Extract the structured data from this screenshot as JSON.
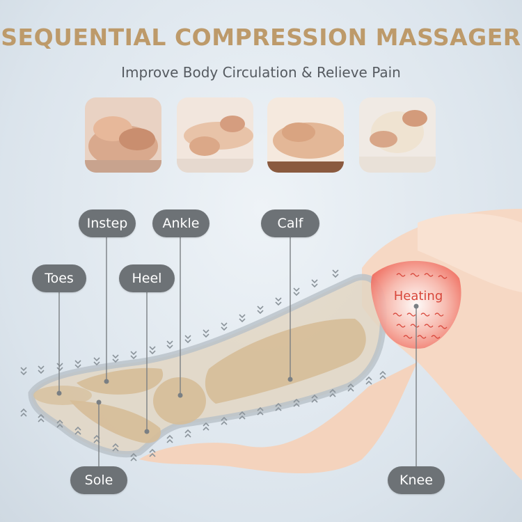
{
  "title": "SEQUENTIAL COMPRESSION MASSAGER",
  "subtitle": "Improve Body Circulation & Relieve Pain",
  "labels": {
    "toes": "Toes",
    "instep": "Instep",
    "ankle": "Ankle",
    "heel": "Heel",
    "calf": "Calf",
    "sole": "Sole",
    "knee": "Knee",
    "heating": "Heating"
  },
  "colors": {
    "title": "#bd9a6a",
    "pill": "#6d7276",
    "heating": "#d8463a",
    "skin": "#f4d3bd"
  }
}
